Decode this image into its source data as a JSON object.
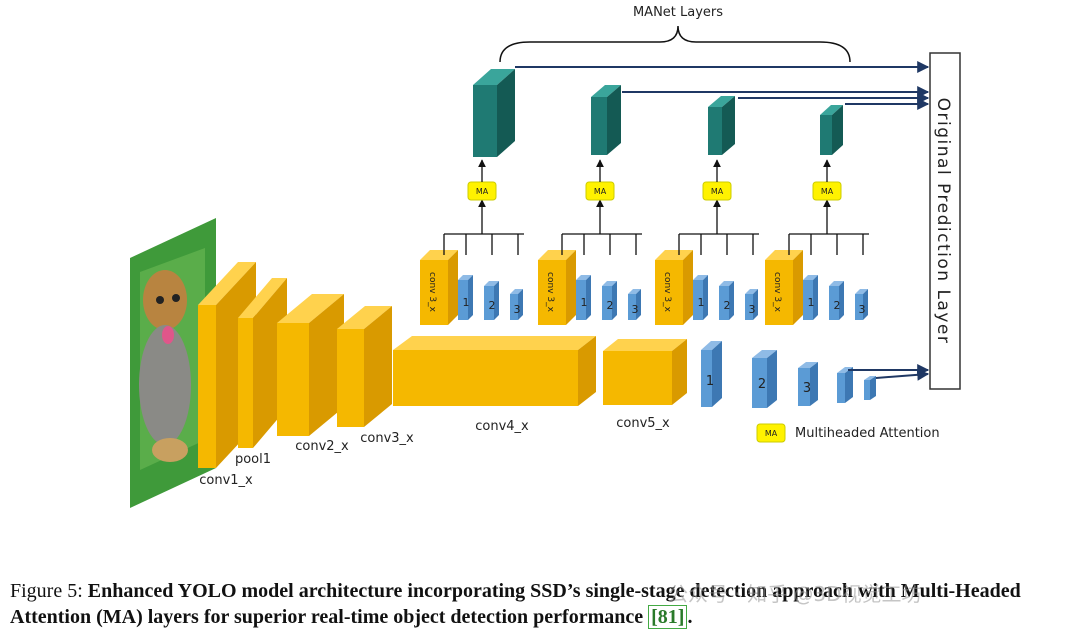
{
  "diagram": {
    "title": "MANet Layers",
    "prediction_layer": "Original Prediction Layer",
    "backbone": {
      "conv1": "conv1_x",
      "pool1": "pool1",
      "conv2": "conv2_x",
      "conv3": "conv3_x",
      "conv4": "conv4_x",
      "conv5": "conv5_x"
    },
    "branch_block_label": "conv 3_x",
    "ma_label": "MA",
    "sub_blocks": [
      "1",
      "2",
      "3"
    ],
    "extra_blocks": [
      "1",
      "2",
      "3"
    ],
    "legend": {
      "box": "MA",
      "text": "Multiheaded Attention"
    },
    "colors": {
      "yellow": "#f5b800",
      "blue": "#5b9bd5",
      "teal": "#1f7a73",
      "ma": "#fff200",
      "arrow": "#1f3864"
    }
  },
  "caption": {
    "prefix": "Figure 5:",
    "bold": "Enhanced YOLO model architecture incorporating SSD’s single-stage detection approach with Multi-Headed Attention (MA) layers for superior real-time object detection performance",
    "cite": "[81]",
    "end": "."
  },
  "watermark": "公众号 · 知乎 @3D视觉工坊"
}
